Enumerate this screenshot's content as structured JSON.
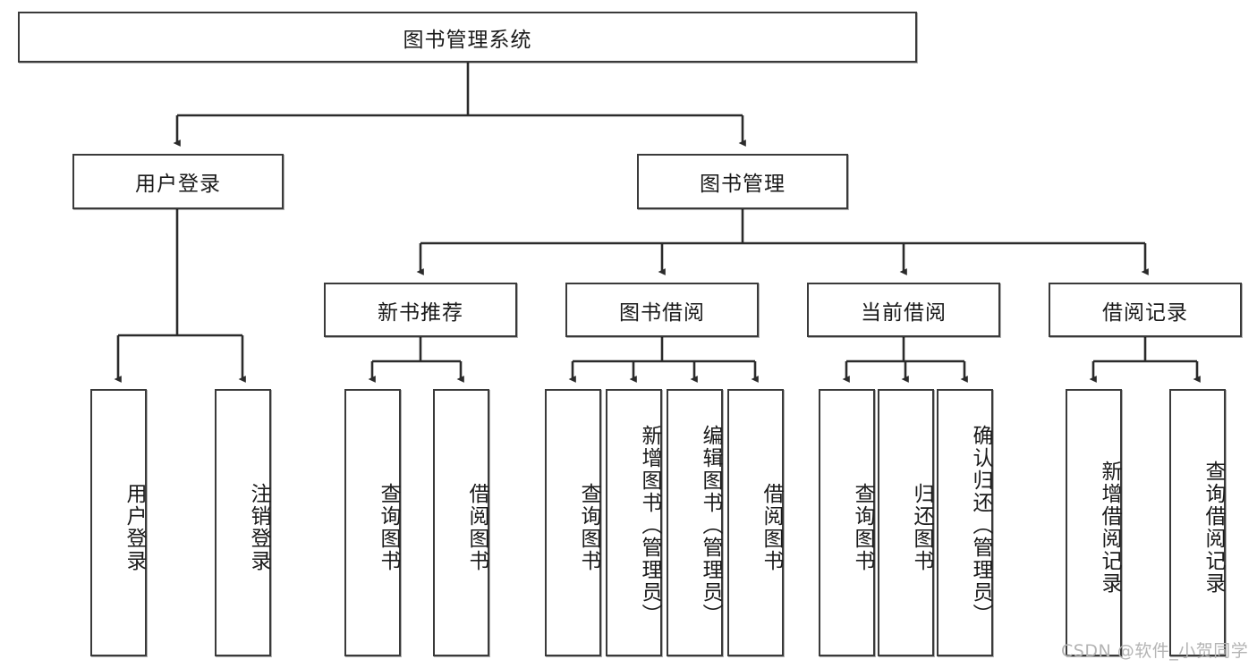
{
  "diagram": {
    "title": "图书管理系统",
    "type": "tree-hierarchy-diagram",
    "colors": {
      "box_border": "#3a3a3a",
      "box_fill": "#ffffff",
      "connector": "#2b2b2b",
      "text": "#1a1a1a",
      "watermark": "#b4b4b4",
      "background": "#ffffff"
    },
    "root": {
      "label": "图书管理系统"
    },
    "level2": [
      {
        "label": "用户登录"
      },
      {
        "label": "图书管理"
      }
    ],
    "level3": [
      {
        "label": "新书推荐"
      },
      {
        "label": "图书借阅"
      },
      {
        "label": "当前借阅"
      },
      {
        "label": "借阅记录"
      }
    ],
    "leaves": {
      "user_login": [
        {
          "label": "用户登录"
        },
        {
          "label": "注销登录"
        }
      ],
      "new_book_recommend": [
        {
          "label": "查询图书"
        },
        {
          "label": "借阅图书"
        }
      ],
      "book_borrow": [
        {
          "label": "查询图书"
        },
        {
          "label": "新增图书（管理员）"
        },
        {
          "label": "编辑图书（管理员）"
        },
        {
          "label": "借阅图书"
        }
      ],
      "current_borrow": [
        {
          "label": "查询图书"
        },
        {
          "label": "归还图书"
        },
        {
          "label": "确认归还（管理员）"
        }
      ],
      "borrow_record": [
        {
          "label": "新增借阅记录"
        },
        {
          "label": "查询借阅记录"
        }
      ]
    },
    "watermark": "CSDN @软件_小贺同学"
  }
}
